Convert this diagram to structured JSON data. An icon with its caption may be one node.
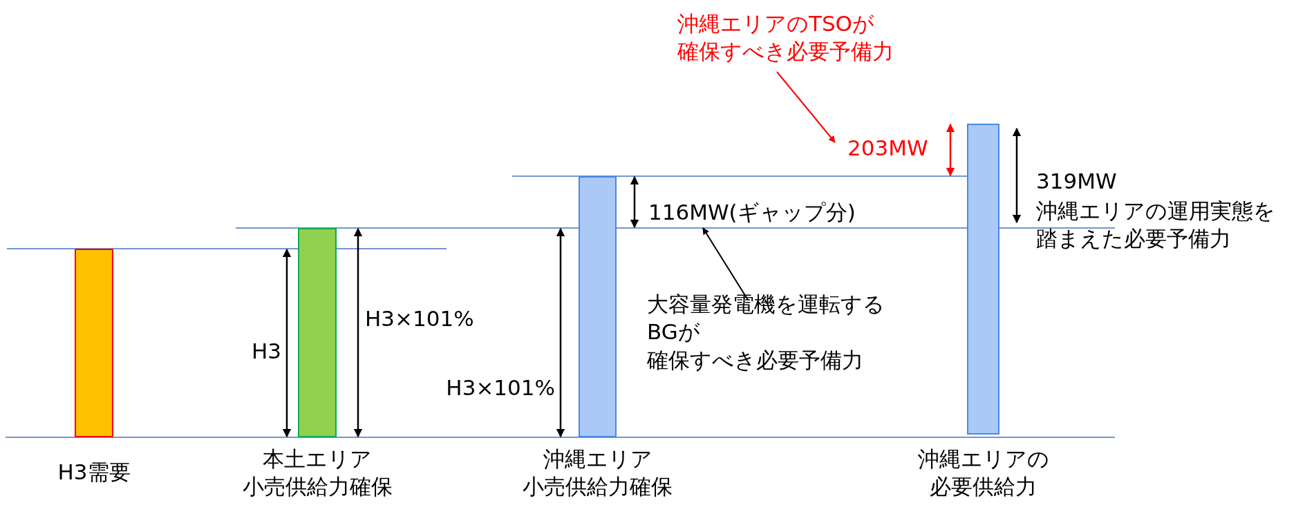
{
  "diagram": {
    "nodes": [
      {
        "text": [
          "H3需要"
        ]
      },
      {
        "text": [
          "本土エリア小売供給力確保"
        ]
      },
      {
        "text": [
          "沖縄エリア小売供給力確保"
        ]
      },
      {
        "text": [
          "沖縄エリアの必要供給力"
        ]
      },
      {
        "text": [
          "沖縄エリアのTSOが確保すべき必要予備力"
        ]
      },
      {
        "text": [
          "203MW"
        ]
      },
      {
        "text": [
          "大容量発電機を運転するBGが確保すべき必要予備力"
        ]
      },
      {
        "text": [
          "116MW(ギャップ分)"
        ]
      }
    ],
    "edges": [
      {
        "from": 4,
        "to": 5,
        "arrow": "to",
        "color": "#ff0000"
      },
      {
        "from": 6,
        "to": 7,
        "arrow": "to",
        "color": "#000000"
      }
    ],
    "labels": [
      "H3",
      "H3×101%",
      "H3×101%",
      "319MW",
      "沖縄エリアの運用実態を踏まえた必要予備力"
    ]
  }
}
